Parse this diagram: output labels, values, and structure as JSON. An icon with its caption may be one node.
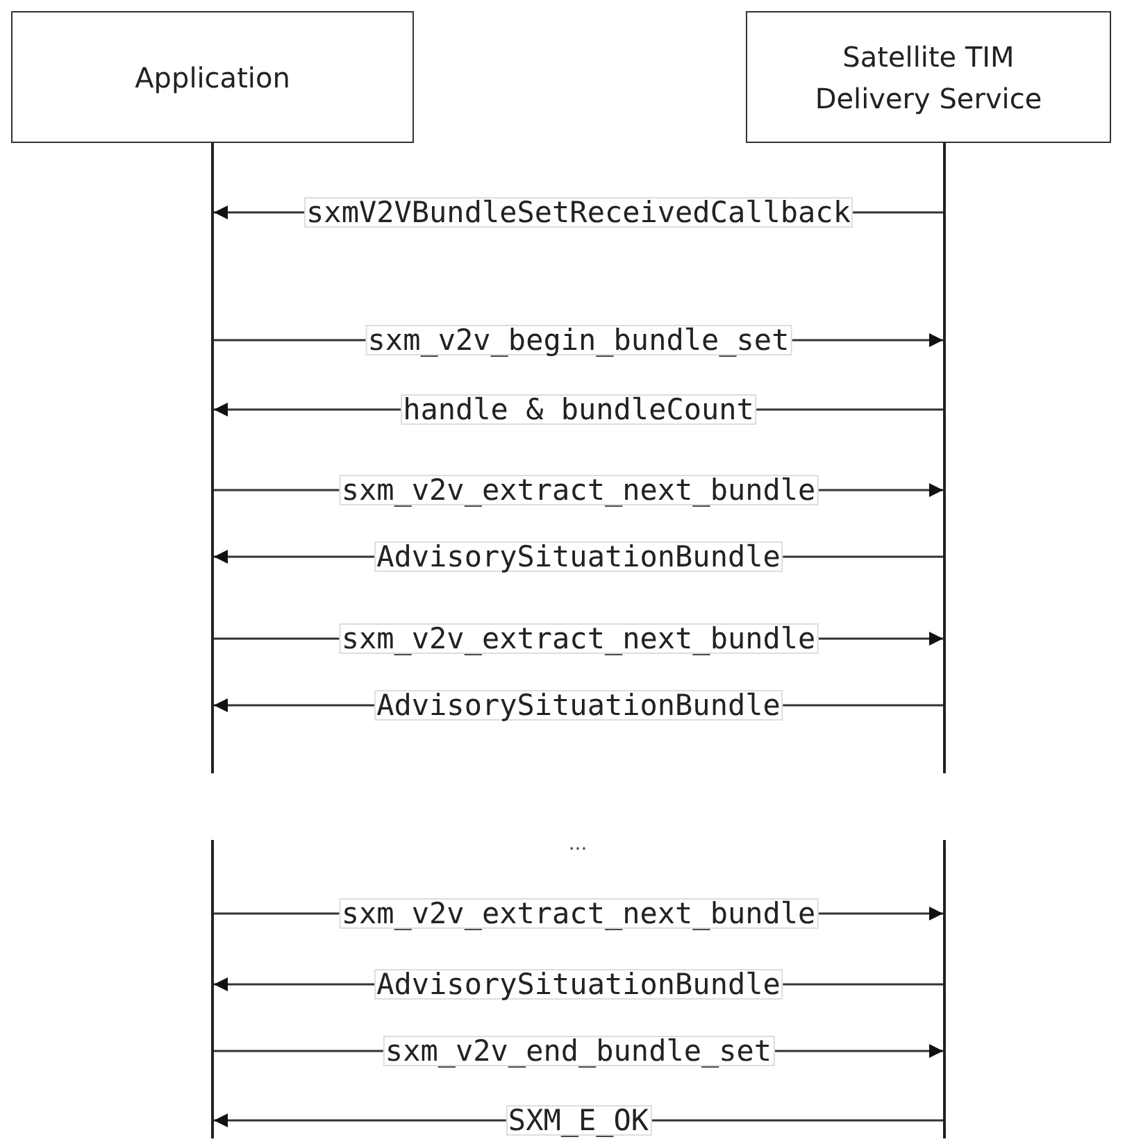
{
  "diagram": {
    "nodes": [
      {
        "text": [
          "Application"
        ]
      },
      {
        "text": [
          "Satellite TIM Delivery Service"
        ]
      },
      {
        "text": [],
        "shape": "bar"
      },
      {
        "text": [],
        "shape": "bar"
      },
      {
        "text": [],
        "shape": "bar"
      },
      {
        "text": [],
        "shape": "bar"
      }
    ],
    "edges": [
      {
        "from": 3,
        "to": 2,
        "arrow": "to",
        "label": "sxmV2VBundleSetReceivedCallback"
      },
      {
        "from": 2,
        "to": 3,
        "arrow": "to",
        "label": "sxm_v2v_begin_bundle_set"
      },
      {
        "from": 3,
        "to": 2,
        "arrow": "to",
        "label": "handle & bundleCount"
      },
      {
        "from": 2,
        "to": 3,
        "arrow": "to",
        "label": "sxm_v2v_extract_next_bundle"
      },
      {
        "from": 3,
        "to": 2,
        "arrow": "to",
        "label": "AdvisorySituationBundle"
      },
      {
        "from": 2,
        "to": 3,
        "arrow": "to",
        "label": "sxm_v2v_extract_next_bundle"
      },
      {
        "from": 3,
        "to": 2,
        "arrow": "to",
        "label": "AdvisorySituationBundle"
      },
      {
        "from": 4,
        "to": 5,
        "arrow": "to",
        "label": "sxm_v2v_extract_next_bundle"
      },
      {
        "from": 5,
        "to": 4,
        "arrow": "to",
        "label": "AdvisorySituationBundle"
      },
      {
        "from": 4,
        "to": 5,
        "arrow": "to",
        "label": "sxm_v2v_end_bundle_set"
      },
      {
        "from": 5,
        "to": 4,
        "arrow": "to",
        "label": "SXM_E_OK"
      }
    ],
    "labels": [
      "..."
    ]
  }
}
